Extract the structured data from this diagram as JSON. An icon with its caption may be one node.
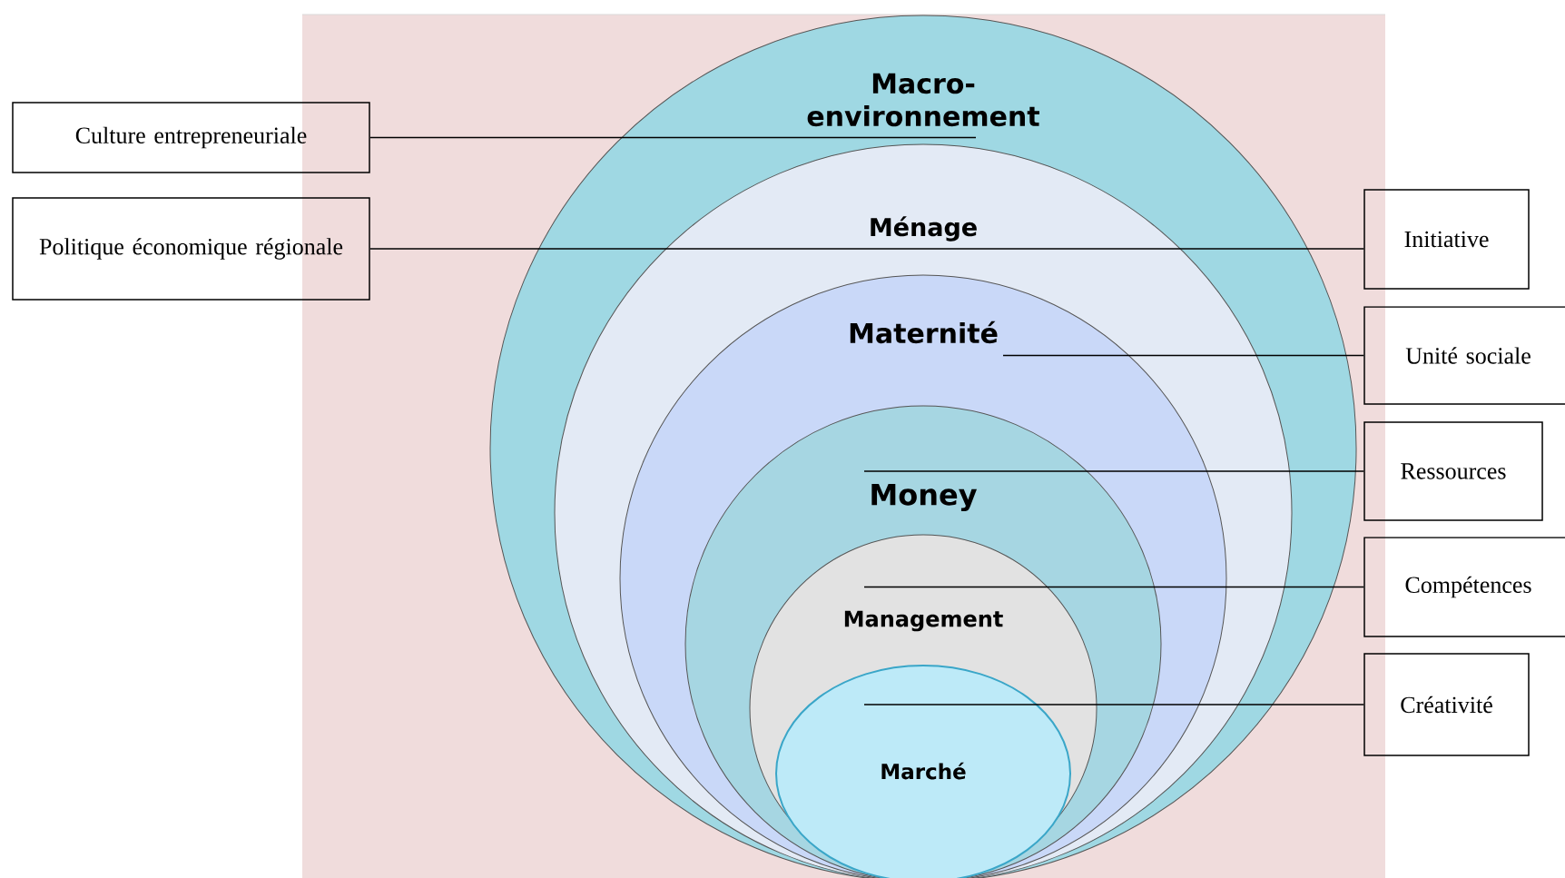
{
  "diagram": {
    "nodes": [
      {
        "text": [
          "Culture entrepreneuriale"
        ]
      },
      {
        "text": [
          "Politique économique régionale"
        ]
      },
      {
        "text": [
          "Macro-environnement"
        ]
      },
      {
        "text": [
          "Ménage"
        ],
        "in": 2
      },
      {
        "text": [
          "Maternité"
        ],
        "in": 3
      },
      {
        "text": [
          "Money"
        ],
        "in": 4
      },
      {
        "text": [
          "Management"
        ],
        "in": 5
      },
      {
        "text": [
          "Marché"
        ],
        "in": 6
      },
      {
        "text": [
          "Initiative"
        ]
      },
      {
        "text": [
          "Unité sociale"
        ]
      },
      {
        "text": [
          "Ressources"
        ]
      },
      {
        "text": [
          "Compétences"
        ]
      },
      {
        "text": [
          "Créativité"
        ]
      }
    ],
    "edges": [
      {
        "from": 0,
        "to": 2,
        "arrow": "none"
      },
      {
        "from": 1,
        "to": 8,
        "arrow": "none"
      },
      {
        "from": 9,
        "to": 4,
        "arrow": "none"
      },
      {
        "from": 10,
        "to": 5,
        "arrow": "none"
      },
      {
        "from": 11,
        "to": 6,
        "arrow": "none"
      },
      {
        "from": 12,
        "to": 7,
        "arrow": "none"
      }
    ]
  }
}
